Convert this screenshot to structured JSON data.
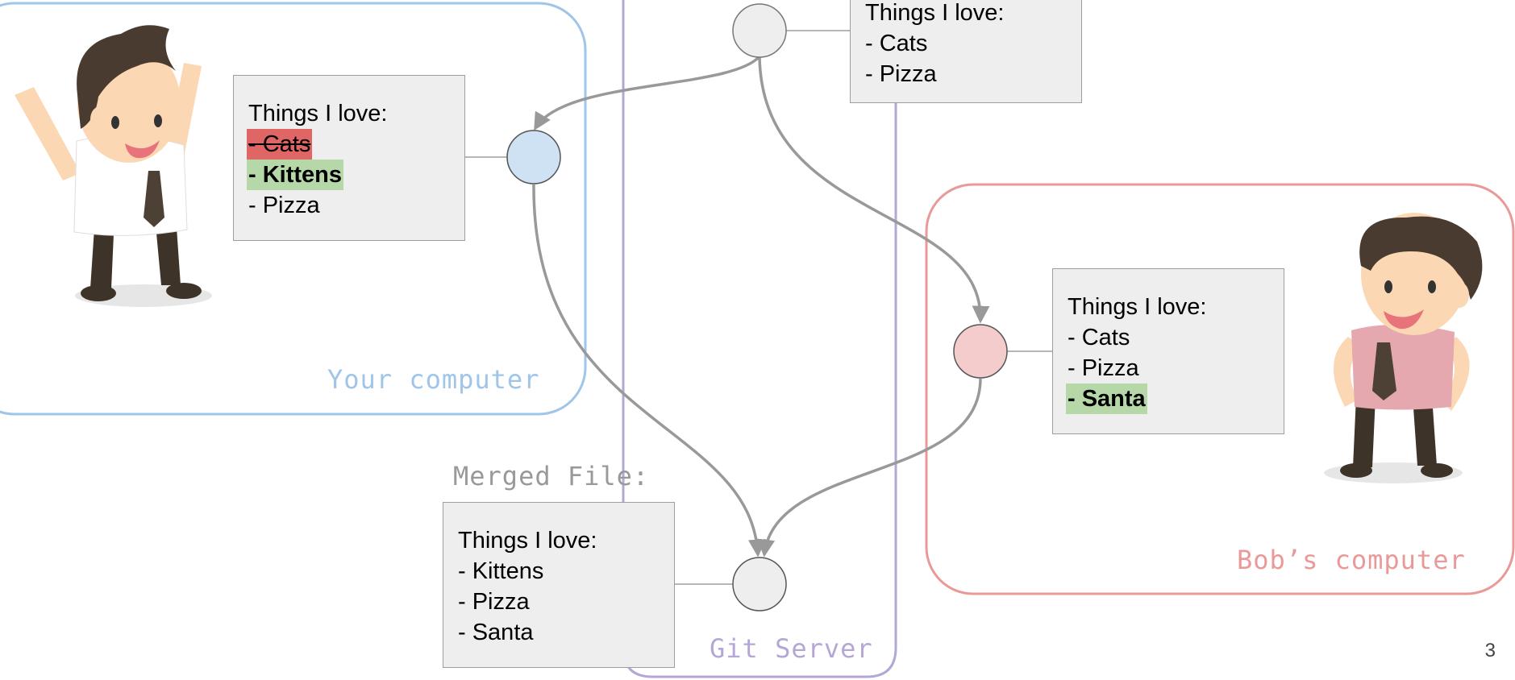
{
  "regions": {
    "your_computer": {
      "label": "Your computer",
      "color": "#9fc5e8"
    },
    "git_server": {
      "label": "Git Server",
      "color": "#b4a7d6"
    },
    "bobs_computer": {
      "label": "Bob’s computer",
      "color": "#ea9999"
    }
  },
  "merged_label": "Merged File:",
  "notes": {
    "server": {
      "title": "Things I love:",
      "items": [
        "- Cats",
        "- Pizza"
      ]
    },
    "yours": {
      "title": "Things I love:",
      "items": [
        "- Cats",
        "- Kittens",
        "- Pizza"
      ]
    },
    "bobs": {
      "title": "Things I love:",
      "items": [
        "- Cats",
        "- Pizza",
        "- Santa"
      ]
    },
    "merged": {
      "title": "Things I love:",
      "items": [
        "- Kittens",
        "- Pizza",
        "- Santa"
      ]
    }
  },
  "commit_colors": {
    "server": "#eeeeee",
    "yours": "#cfe2f3",
    "bobs": "#f4cccc",
    "merged": "#eeeeee"
  },
  "page_number": "3"
}
